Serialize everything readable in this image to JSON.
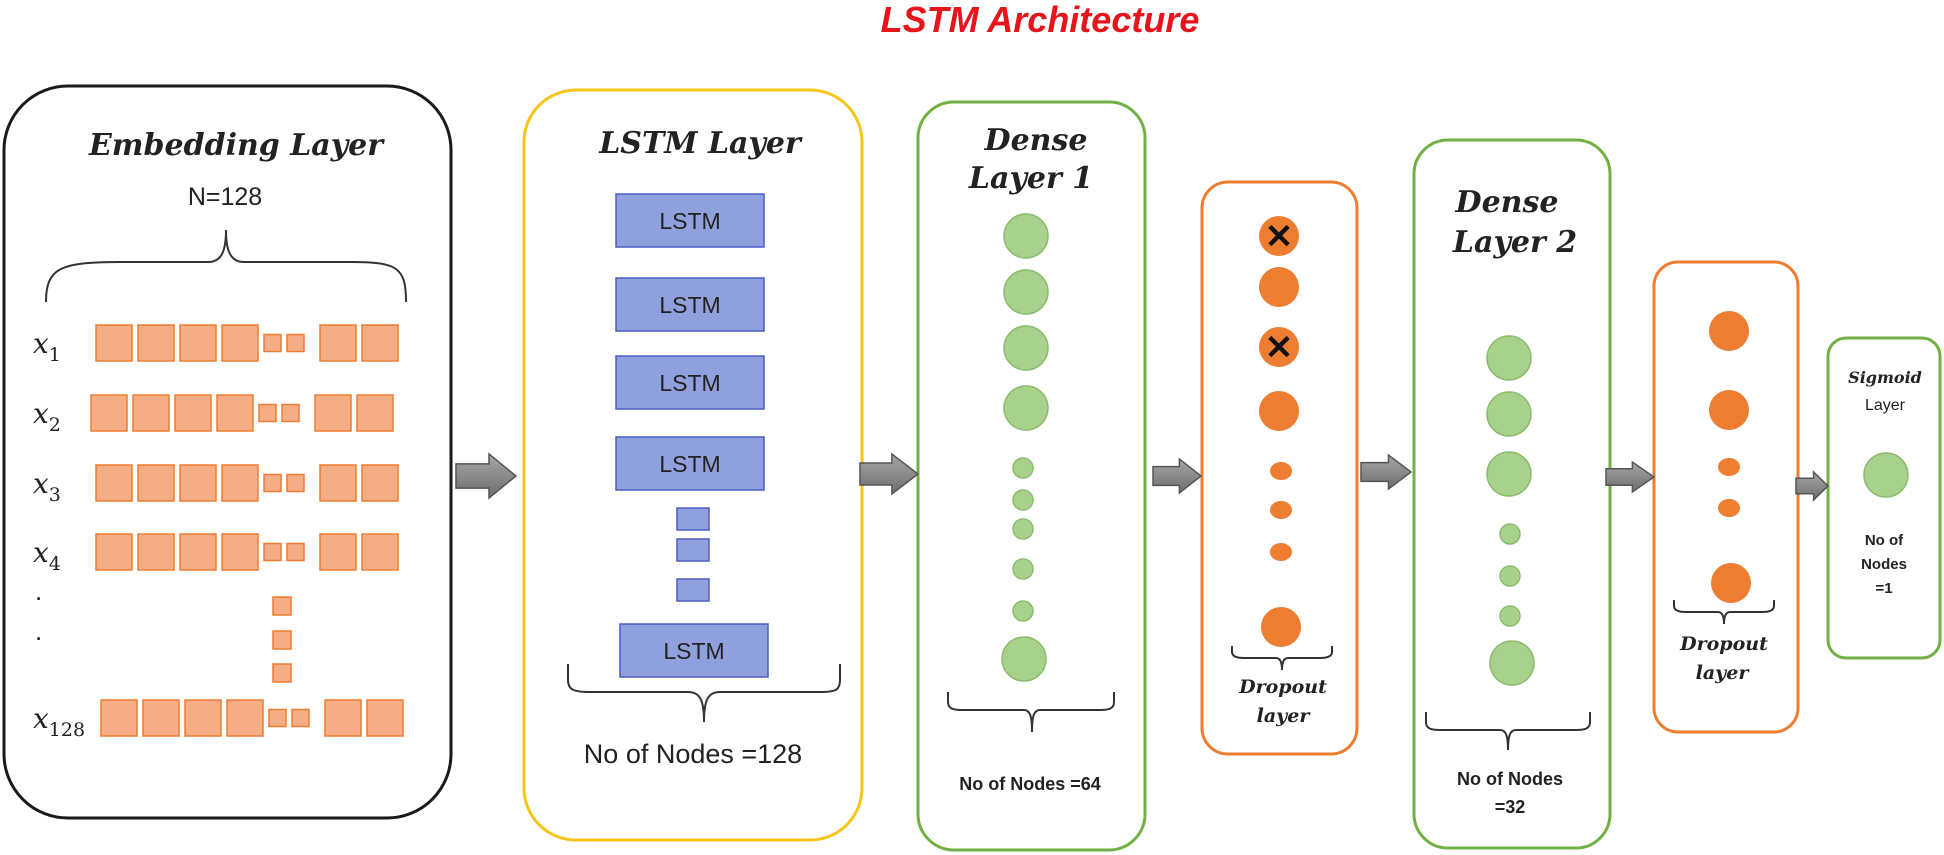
{
  "title": "LSTM Architecture",
  "colors": {
    "title": "#e8141b",
    "embedding_border": "#1a1a1a",
    "lstm_border": "#f5c518",
    "dense_border": "#72b043",
    "dropout_border": "#ed7d31",
    "embed_square_fill": "#f5ad85",
    "embed_square_stroke": "#ed7d31",
    "lstm_cell_fill": "#8fa0dc",
    "lstm_cell_stroke": "#4a5ec4",
    "green_node_fill": "#a9d18e",
    "green_node_stroke": "#8cbb6c",
    "orange_node_fill": "#ed7d31",
    "arrow_fill": "#808080"
  },
  "embedding": {
    "title": "Embedding Layer",
    "size_label": "N=128",
    "rows": [
      {
        "var": "x",
        "sub": "1"
      },
      {
        "var": "x",
        "sub": "2"
      },
      {
        "var": "x",
        "sub": "3"
      },
      {
        "var": "x",
        "sub": "4"
      },
      {
        "var": "x",
        "sub": "128"
      }
    ],
    "ellipsis": [
      ".",
      "."
    ]
  },
  "lstm": {
    "title": "LSTM Layer",
    "cells": [
      "LSTM",
      "LSTM",
      "LSTM",
      "LSTM",
      "LSTM"
    ],
    "nodes_label": "No of Nodes =128"
  },
  "dense1": {
    "title_line1": "Dense",
    "title_line2": "Layer 1",
    "nodes_label": "No of Nodes =64"
  },
  "dropout1": {
    "label_line1": "Dropout",
    "label_line2": "layer",
    "dropped_mark": "✕"
  },
  "dense2": {
    "title_line1": "Dense",
    "title_line2": "Layer 2",
    "nodes_label_line1": "No of Nodes",
    "nodes_label_line2": "=32"
  },
  "dropout2": {
    "label_line1": "Dropout",
    "label_line2": "layer"
  },
  "sigmoid": {
    "title_line1": "Sigmoid",
    "title_line2": "Layer",
    "nodes_label_line1": "No of",
    "nodes_label_line2": "Nodes",
    "nodes_label_line3": "=1"
  }
}
